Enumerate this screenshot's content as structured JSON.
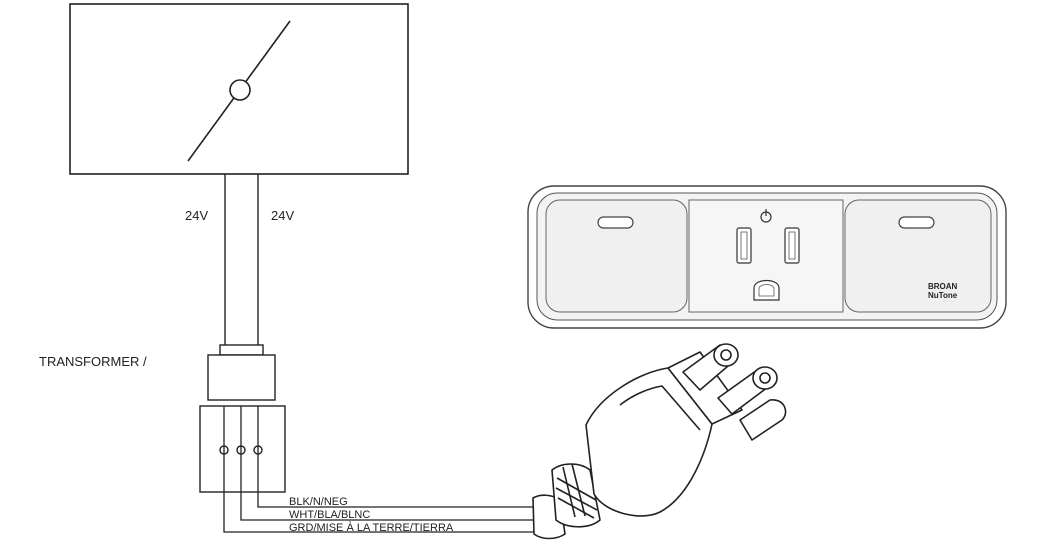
{
  "diagram": {
    "voltage_left": "24V",
    "voltage_right": "24V",
    "transformer_label": "TRANSFORMER /",
    "wires": [
      {
        "label": "BLK/N/NEG"
      },
      {
        "label": "WHT/BLA/BLNC"
      },
      {
        "label": "GRD/MISE À LA TERRE/TIERRA"
      }
    ],
    "brand": {
      "line1": "BROAN",
      "line2": "NuTone"
    }
  }
}
